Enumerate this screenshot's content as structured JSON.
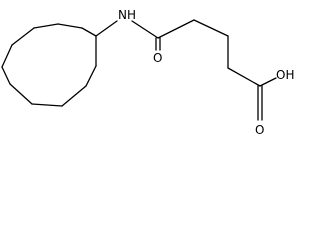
{
  "molecule": {
    "atom_labels": {
      "amine": "NH",
      "carbonyl_oxygen": "O",
      "hydroxyl": "OH",
      "acid_oxygen": "O"
    }
  }
}
